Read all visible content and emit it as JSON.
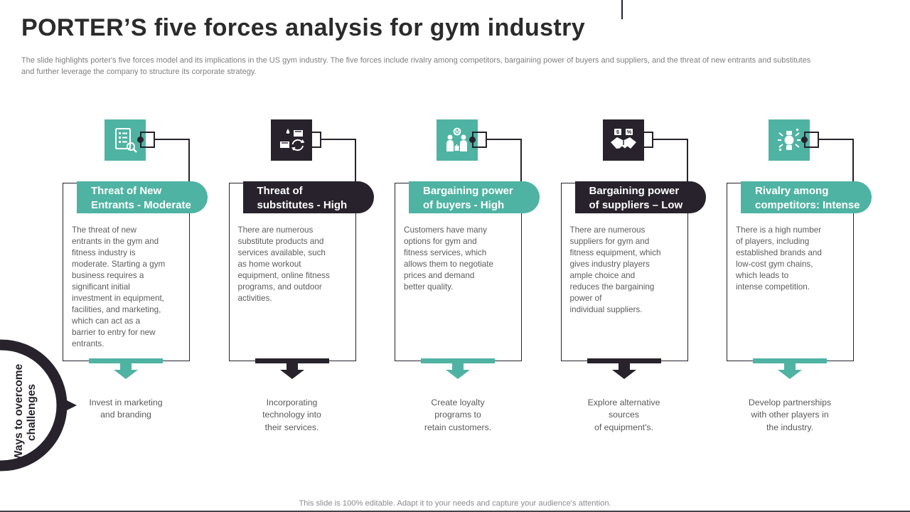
{
  "colors": {
    "teal": "#4FB3A3",
    "dark": "#27222B"
  },
  "header": {
    "title": "PORTER’S five forces analysis for gym industry",
    "subtitle": "The slide highlights porter's five forces model and its implications in the US gym industry. The five forces include rivalry among competitors, bargaining power of buyers and suppliers, and the threat of new entrants and substitutes\nand further leverage the company to structure its corporate strategy."
  },
  "side": {
    "label": "Ways to overcome\nchallenges"
  },
  "forces": [
    {
      "theme": "teal",
      "icon": "checklist-document-icon",
      "title": "Threat of New\nEntrants - Moderate",
      "body": "The threat of new\nentrants in the gym and\nfitness industry is\nmoderate. Starting a gym\nbusiness requires a\nsignificant initial\ninvestment in equipment,\nfacilities, and marketing,\nwhich can act as a\nbarrier to entry for new\nentrants.",
      "recommendation": "Invest in marketing\nand branding"
    },
    {
      "theme": "dark",
      "icon": "substitute-products-icon",
      "title": "Threat of\nsubstitutes - High",
      "body": "There are numerous\nsubstitute products and\nservices available, such\nas home workout\nequipment, online fitness\nprograms, and outdoor\nactivities.",
      "recommendation": "Incorporating\ntechnology into\ntheir services."
    },
    {
      "theme": "teal",
      "icon": "buyers-icon",
      "title": "Bargaining power\nof buyers - High",
      "body": "Customers have many\noptions for gym and\nfitness services, which\nallows them to negotiate\nprices and demand\nbetter quality.",
      "recommendation": "Create loyalty\nprograms to\nretain customers."
    },
    {
      "theme": "dark",
      "icon": "handshake-icon",
      "title": "Bargaining power\nof suppliers – Low",
      "body": "There are numerous\nsuppliers for gym and\nfitness equipment, which\ngives industry players\nample choice and\nreduces the bargaining\npower of\nindividual suppliers.",
      "recommendation": "Explore alternative\nsources\nof equipment's."
    },
    {
      "theme": "teal",
      "icon": "rivalry-icon",
      "title": "Rivalry among\ncompetitors: Intense",
      "body": "There is a high number\nof players, including\nestablished brands and\nlow-cost gym chains,\nwhich leads to\nintense competition.",
      "recommendation": "Develop partnerships\nwith other players in\nthe industry."
    }
  ],
  "footer": {
    "note": "This slide is 100% editable. Adapt it to your needs and capture your audience's attention."
  }
}
